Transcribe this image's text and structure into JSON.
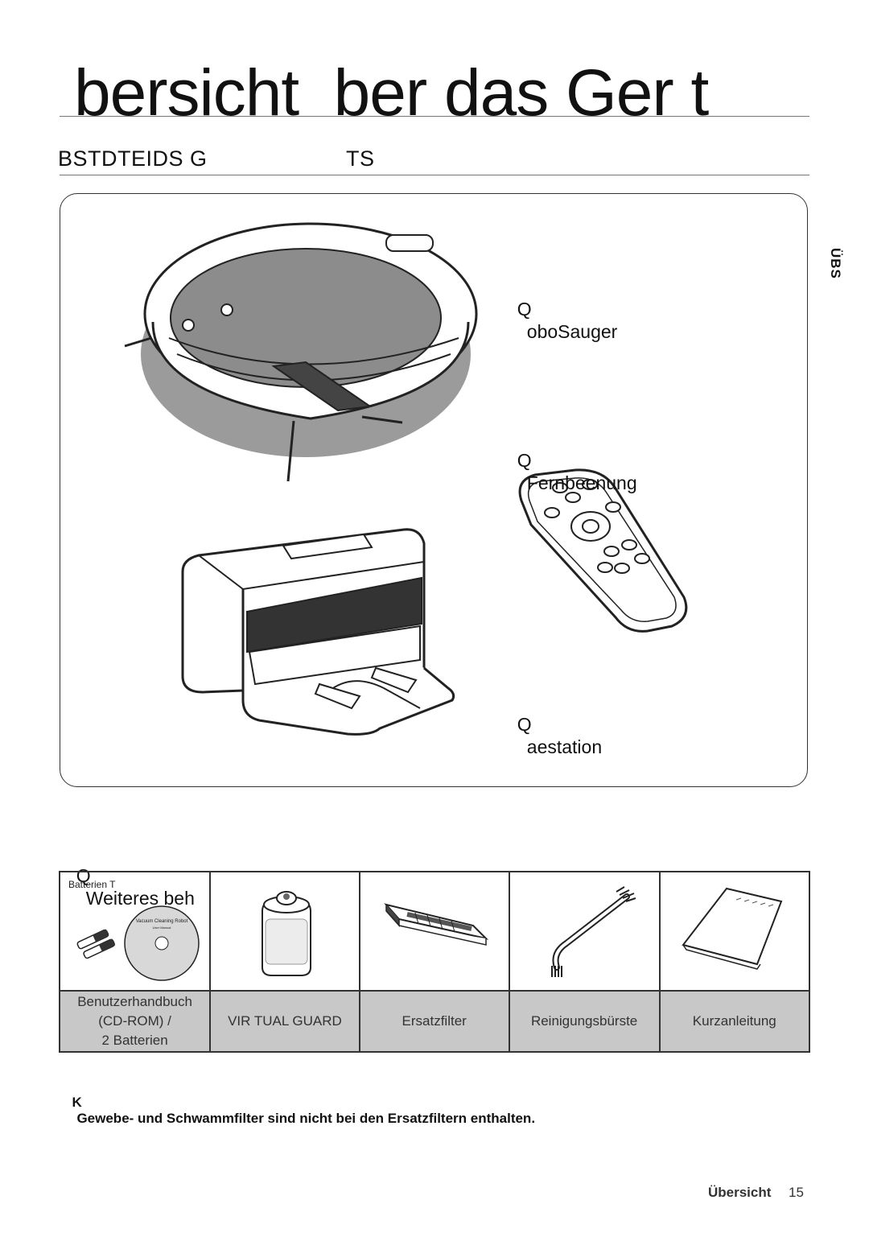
{
  "page": {
    "title": "bersicht  ber das Ger t",
    "section_heading": "BSTDTEIDS G",
    "section_heading_suffix": "TS",
    "side_tab": "ÜBS",
    "footer_label": "Übersicht",
    "footer_page": "15"
  },
  "main_components": [
    {
      "bullet": "Q",
      "label": "oboSauger",
      "icon": "robot-vacuum-illustration"
    },
    {
      "bullet": "Q",
      "label": "Fernbeenung",
      "icon": "remote-control-illustration"
    },
    {
      "bullet": "Q",
      "label": "aestation",
      "icon": "charging-station-illustration"
    }
  ],
  "accessories": {
    "heading_bullet": "Q",
    "heading": "Weiteres beh",
    "first_cell_tag": "Batterien T",
    "cd_label": "Vacuum Cleaning Robot",
    "cd_sublabel": "User Manual",
    "items": [
      {
        "caption_lines": [
          "Benutzerhandbuch",
          "(CD-ROM) /",
          "2 Batterien"
        ],
        "icon": "cd-and-batteries-icon"
      },
      {
        "caption_lines": [
          "VIR TUAL GUARD"
        ],
        "icon": "virtual-guard-icon"
      },
      {
        "caption_lines": [
          "Ersatzfilter"
        ],
        "icon": "filter-icon"
      },
      {
        "caption_lines": [
          "Reinigungsbürste"
        ],
        "icon": "brush-icon"
      },
      {
        "caption_lines": [
          "Kurzanleitung"
        ],
        "icon": "quick-guide-icon"
      }
    ]
  },
  "note": {
    "marker": "K",
    "text": "Gewebe- und Schwammfilter sind nicht bei den Ersatzfiltern enthalten."
  }
}
